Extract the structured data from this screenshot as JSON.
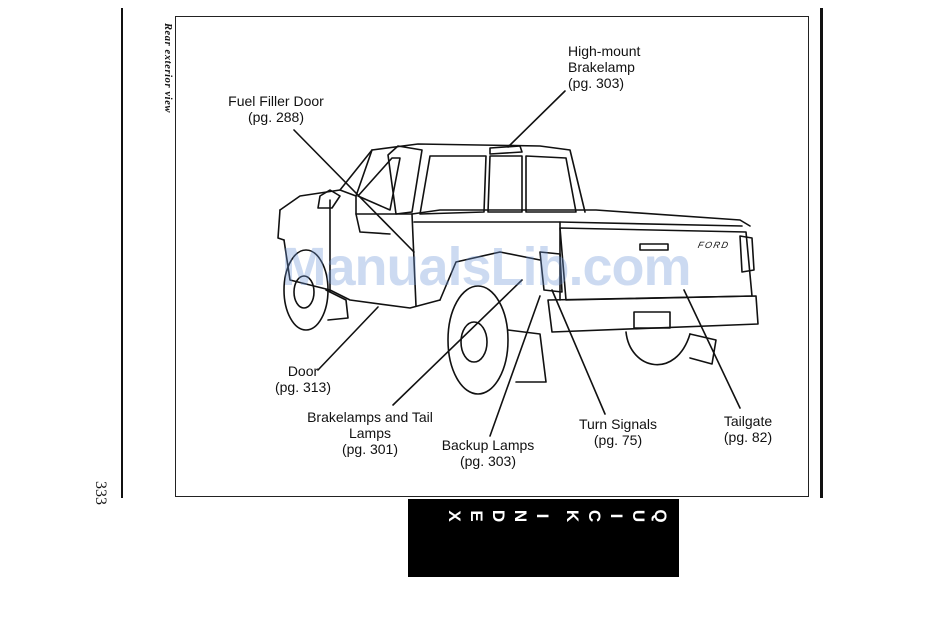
{
  "page": {
    "page_number": "333",
    "section_title": "Rear exterior view"
  },
  "callouts": {
    "high_mount": [
      "High-mount",
      "Brakelamp",
      "(pg. 303)"
    ],
    "fuel_filler": [
      "Fuel Filler Door",
      "(pg. 288)"
    ],
    "door": [
      "Door",
      "(pg. 313)"
    ],
    "brakelamps_tail": [
      "Brakelamps and Tail",
      "Lamps",
      "(pg. 301)"
    ],
    "backup": [
      "Backup Lamps",
      "(pg. 303)"
    ],
    "turn_signals": [
      "Turn Signals",
      "(pg. 75)"
    ],
    "tailgate": [
      "Tailgate",
      "(pg. 82)"
    ]
  },
  "illustration": {
    "tailgate_badge": "FORD"
  },
  "watermark": "ManualsLib.com",
  "quick_index": {
    "letters": [
      "Q",
      "U",
      "I",
      "C",
      "K",
      "I",
      "N",
      "D",
      "E",
      "X"
    ],
    "colors": {
      "background": "#000000",
      "text": "#ffffff"
    }
  }
}
